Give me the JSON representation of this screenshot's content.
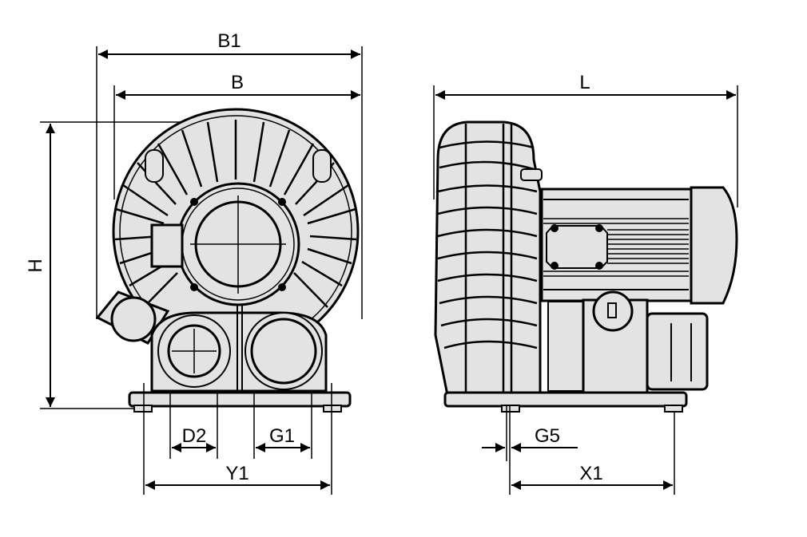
{
  "drawing": {
    "front_view": {
      "dimensions": {
        "B1": "B1",
        "B": "B",
        "H": "H",
        "D2": "D2",
        "G1": "G1",
        "Y1": "Y1"
      }
    },
    "side_view": {
      "dimensions": {
        "L": "L",
        "G5": "G5",
        "X1": "X1"
      }
    },
    "colors": {
      "line": "#000000",
      "fill": "#e3e3e3",
      "background": "#ffffff"
    }
  }
}
